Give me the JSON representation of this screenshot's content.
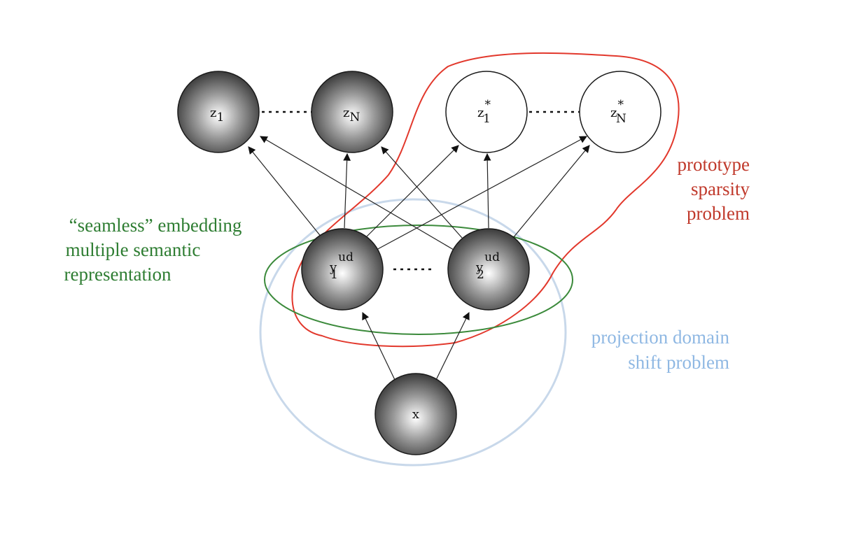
{
  "nodes": {
    "z1": {
      "base": "z",
      "sub": "1",
      "sup": ""
    },
    "zN": {
      "base": "z",
      "sub": "N",
      "sup": ""
    },
    "z1s": {
      "base": "z",
      "sub": "1",
      "sup": "*"
    },
    "zNs": {
      "base": "z",
      "sub": "N",
      "sup": "*"
    },
    "y1": {
      "base": "y",
      "sub": "1",
      "sup": "ud"
    },
    "y2": {
      "base": "y",
      "sub": "2",
      "sup": "ud"
    },
    "x": {
      "base": "x",
      "sub": "",
      "sup": ""
    }
  },
  "annotations": {
    "green": {
      "line1": "“seamless” embedding",
      "line2": "multiple semantic",
      "line3": "representation",
      "color": "#2e7d32"
    },
    "red": {
      "line1": "prototype",
      "line2": "sparsity",
      "line3": "problem",
      "color": "#c0392b"
    },
    "blue": {
      "line1": "projection domain",
      "line2": "shift problem",
      "color": "#8fb8e3"
    }
  },
  "colors": {
    "dark_node": "#3a3a3a",
    "light_node": "#ffffff",
    "edge": "#222222"
  }
}
